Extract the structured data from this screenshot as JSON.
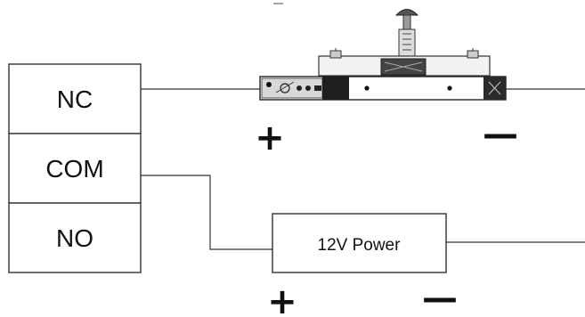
{
  "relay_terminals": {
    "nc_label": "NC",
    "com_label": "COM",
    "no_label": "NO"
  },
  "power_supply": {
    "label": "12V Power",
    "positive_sign": "+",
    "negative_sign": "—"
  },
  "lock": {
    "positive_sign": "+",
    "negative_sign": "—"
  },
  "colors": {
    "line": "#333333",
    "dark": "#111111",
    "background": "#ffffff"
  }
}
